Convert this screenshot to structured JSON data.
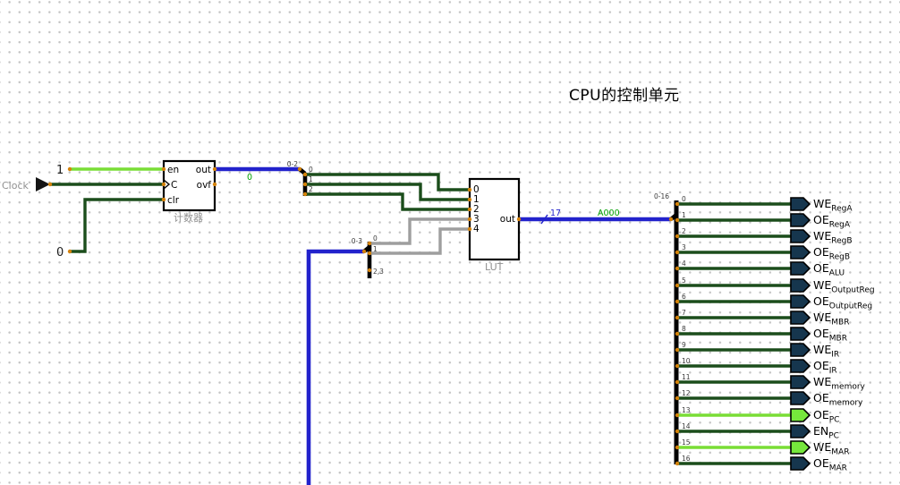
{
  "title": "CPU的控制单元",
  "colors": {
    "wire_low": "#1b4d1b",
    "wire_high": "#79dd35",
    "bus": "#2222cc",
    "highz": "#9e9e9e",
    "value_text": "#00a000",
    "label_gray": "#909090",
    "pin_dot": "#d4820a",
    "pin_low_fill": "#16364e",
    "pin_high_fill": "#76e73c"
  },
  "clock": {
    "label": "Clock"
  },
  "constants": {
    "one": "1",
    "zero": "0"
  },
  "counter": {
    "pins": {
      "en": "en",
      "clk": "C",
      "clr": "clr",
      "out": "out",
      "ovf": "ovf"
    },
    "label": "计数器",
    "out_value": "0"
  },
  "splitter_main": {
    "range": "0-2",
    "legs": [
      "0",
      "1",
      "2"
    ]
  },
  "splitter_aux": {
    "range": "0-3",
    "legs": [
      "0",
      "1",
      "2,3"
    ]
  },
  "lut": {
    "inputs": [
      "0",
      "1",
      "2",
      "3",
      "4"
    ],
    "out_label": "out",
    "label": "LUT"
  },
  "bus": {
    "width": "17",
    "value": "A000",
    "range": "0-16"
  },
  "outputs": [
    {
      "bit": "0",
      "name": "WE",
      "sub": "RegA",
      "value": 0
    },
    {
      "bit": "1",
      "name": "OE",
      "sub": "RegA",
      "value": 0
    },
    {
      "bit": "2",
      "name": "WE",
      "sub": "RegB",
      "value": 0
    },
    {
      "bit": "3",
      "name": "OE",
      "sub": "RegB",
      "value": 0
    },
    {
      "bit": "4",
      "name": "OE",
      "sub": "ALU",
      "value": 0
    },
    {
      "bit": "5",
      "name": "WE",
      "sub": "OutputReg",
      "value": 0
    },
    {
      "bit": "6",
      "name": "OE",
      "sub": "OutputReg",
      "value": 0
    },
    {
      "bit": "7",
      "name": "WE",
      "sub": "MBR",
      "value": 0
    },
    {
      "bit": "8",
      "name": "OE",
      "sub": "MBR",
      "value": 0
    },
    {
      "bit": "9",
      "name": "WE",
      "sub": "IR",
      "value": 0
    },
    {
      "bit": "10",
      "name": "OE",
      "sub": "IR",
      "value": 0
    },
    {
      "bit": "11",
      "name": "WE",
      "sub": "memory",
      "value": 0
    },
    {
      "bit": "12",
      "name": "OE",
      "sub": "memory",
      "value": 0
    },
    {
      "bit": "13",
      "name": "OE",
      "sub": "PC",
      "value": 1
    },
    {
      "bit": "14",
      "name": "EN",
      "sub": "PC",
      "value": 0
    },
    {
      "bit": "15",
      "name": "WE",
      "sub": "MAR",
      "value": 1
    },
    {
      "bit": "16",
      "name": "OE",
      "sub": "MAR",
      "value": 0
    }
  ]
}
